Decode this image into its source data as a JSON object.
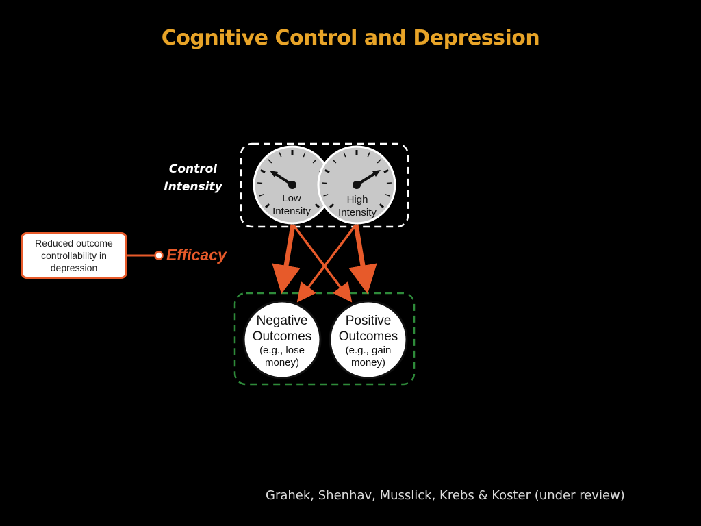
{
  "title": "Cognitive Control and Depression",
  "control_intensity": {
    "line1": "Control",
    "line2": "Intensity"
  },
  "dials": {
    "low": {
      "line1": "Low",
      "line2": "Intensity"
    },
    "high": {
      "line1": "High",
      "line2": "Intensity"
    }
  },
  "reduced_box": {
    "line1": "Reduced outcome",
    "line2": "controllability in",
    "line3": "depression"
  },
  "efficacy_label": "Efficacy",
  "outcomes": {
    "negative": {
      "title1": "Negative",
      "title2": "Outcomes",
      "sub1": "(e.g., lose",
      "sub2": "money)"
    },
    "positive": {
      "title1": "Positive",
      "title2": "Outcomes",
      "sub1": "(e.g., gain",
      "sub2": "money)"
    }
  },
  "citation": "Grahek, Shenhav, Musslick, Krebs & Koster  (under review)",
  "colors": {
    "background": "#000000",
    "title": "#E8A428",
    "accent": "#E75A2A",
    "dial_face": "#C8C8C8",
    "dashed_top": "#FFFFFF",
    "dashed_bottom": "#2E8B3A"
  }
}
